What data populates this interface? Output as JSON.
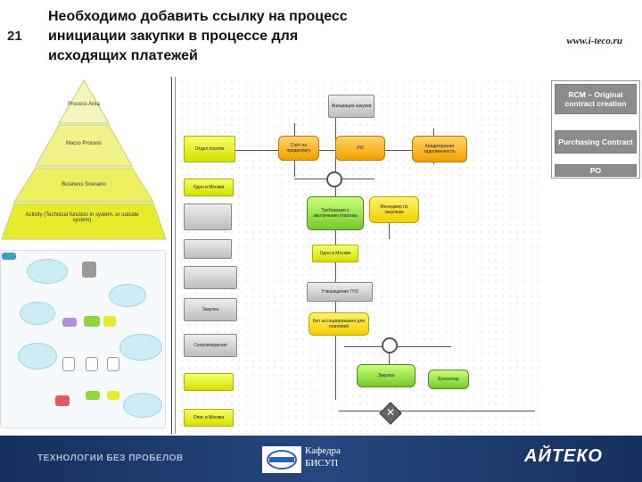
{
  "slide": {
    "number": "21",
    "title_lines": [
      "Необходимо добавить ссылку на процесс",
      "инициации закупки в процессе для",
      "исходящих платежей"
    ],
    "website": "www.i-teco.ru"
  },
  "footer": {
    "slogan": "ТЕХНОЛОГИИ БЕЗ ПРОБЕЛОВ",
    "dept_line1": "Кафедра",
    "dept_line2": "БИСУП",
    "brand": "АЙТЕКО"
  },
  "pyramid": {
    "levels": [
      {
        "label": "Process Area",
        "color": "#f3f6b8"
      },
      {
        "label": "Macro Process",
        "color": "#f0f38a"
      },
      {
        "label": "Business Scenario",
        "color": "#ecf060"
      },
      {
        "label": "Activity (Technical function in system, or outside system)",
        "color": "#e6eb2e"
      }
    ]
  },
  "process": {
    "events": [
      "Инициация закупки",
      "Счёт на предоплату",
      "Отдел платёж",
      "Одно в Москва",
      "Одно в Москве",
      "Кредиторская задолженность",
      "Опис в Москва"
    ],
    "functions": [
      "PO",
      "Требования к заключению платежа",
      "Менеджер по закупкам",
      "Утверждение ГНЗ",
      "Закупка",
      "Бухгалтер"
    ],
    "orange_label": "Бит ассоциирования для платежей",
    "grey_labels": [
      "Закупка",
      "Сопровождение"
    ]
  },
  "right_panel": {
    "boxes": [
      "RCM – Original contract creation",
      "Purchasing Contract",
      "PO"
    ],
    "box_color": "#8c8c8c"
  },
  "colors": {
    "footer_bg": "#1f3a6b",
    "highlight": "#e41e1e",
    "event": "#e6f000",
    "function": "#8fd43a"
  }
}
